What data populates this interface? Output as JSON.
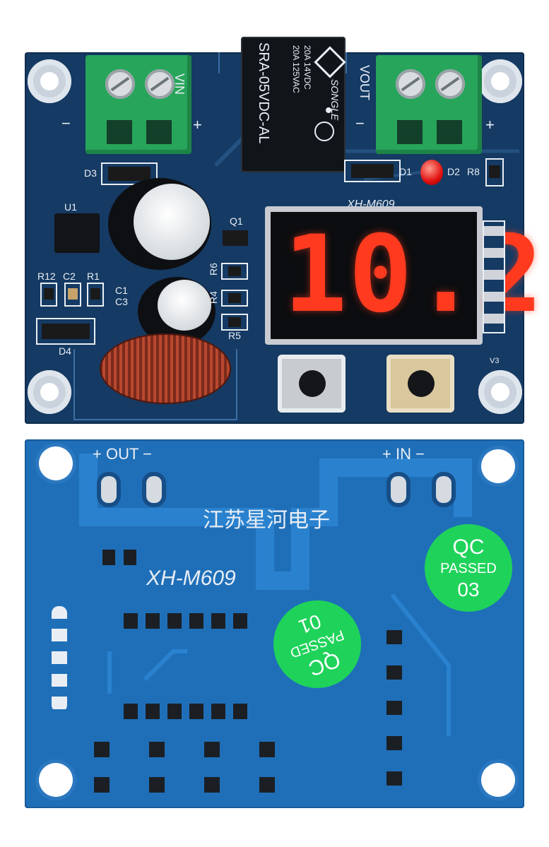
{
  "front": {
    "relay": {
      "rating1": "20A 14VDC",
      "rating2": "20A 125VAC",
      "model": "SRA-05VDC-AL",
      "brand": "SONGLE"
    },
    "labels": {
      "vin": "VIN",
      "vout": "VOUT",
      "minus_left": "−",
      "plus_left": "+",
      "minus_right": "−",
      "plus_right": "+",
      "d3": "D3",
      "d1": "D1",
      "d2": "D2",
      "r8": "R8",
      "u1": "U1",
      "q1": "Q1",
      "r12": "R12",
      "c2": "C2",
      "r1": "R1",
      "c1": "C1",
      "c3": "C3",
      "r6": "R6",
      "r4": "R4",
      "r5": "R5",
      "d4": "D4",
      "v3": "V3",
      "model_silk": "XH-M609"
    },
    "display": {
      "reading": "10.2",
      "color": "#ff3a1f"
    }
  },
  "back": {
    "labels": {
      "out": "+ OUT −",
      "in": "+ IN −",
      "maker": "江苏星河电子",
      "model": "XH-M609"
    },
    "stickers": [
      {
        "line1": "QC",
        "line2": "PASSED",
        "line3": "03"
      },
      {
        "line1": "QC",
        "line2": "PASSED",
        "line3": "01"
      }
    ]
  },
  "colors": {
    "pcb_front": "#153a63",
    "pcb_back": "#1f6fb8",
    "terminal": "#27a55a",
    "sticker": "#1fd35a"
  }
}
